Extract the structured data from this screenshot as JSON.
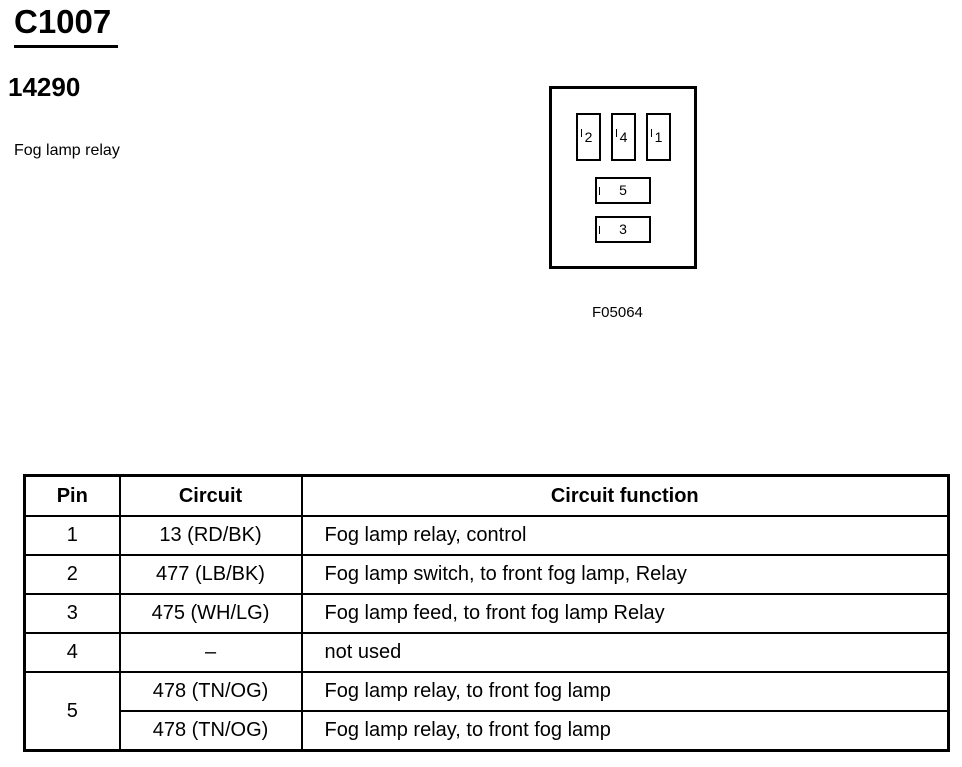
{
  "header": {
    "connector_id": "C1007",
    "part_number": "14290",
    "description": "Fog lamp relay"
  },
  "connector_face": {
    "pins": [
      "2",
      "4",
      "1",
      "5",
      "3"
    ],
    "figure_id": "F05064"
  },
  "table": {
    "columns": [
      "Pin",
      "Circuit",
      "Circuit function"
    ],
    "rows": [
      {
        "pin": "1",
        "circuit": "13 (RD/BK)",
        "function": "Fog lamp relay, control"
      },
      {
        "pin": "2",
        "circuit": "477 (LB/BK)",
        "function": "Fog lamp switch, to front fog lamp, Relay"
      },
      {
        "pin": "3",
        "circuit": "475 (WH/LG)",
        "function": "Fog lamp feed, to front fog lamp Relay"
      },
      {
        "pin": "4",
        "circuit": "–",
        "function": "not used"
      },
      {
        "pin": "5",
        "circuit": "478 (TN/OG)",
        "function": "Fog lamp relay, to front fog lamp"
      },
      {
        "pin": "",
        "circuit": "478 (TN/OG)",
        "function": "Fog lamp relay, to front fog lamp"
      }
    ]
  }
}
